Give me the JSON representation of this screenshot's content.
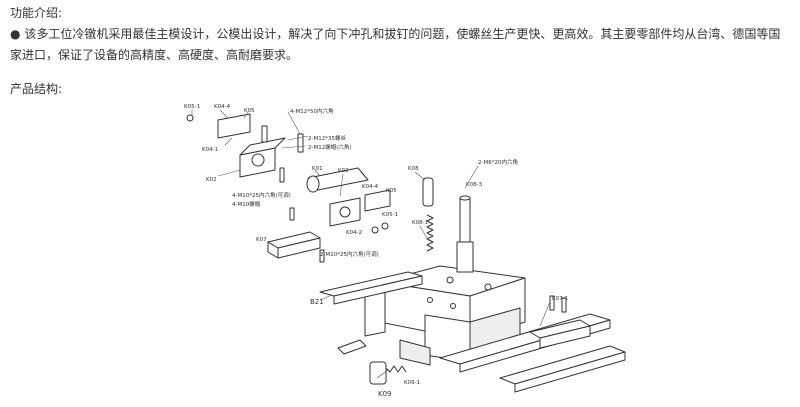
{
  "section1": {
    "title": "功能介绍:",
    "bullet": "●",
    "paragraph": "该多工位冷镦机采用最佳主模设计，公模出设计，解决了向下冲孔和拔钉的问题，使螺丝生产更快、更高效。其主要零部件均从台湾、德国等国家进口，保证了设备的高精度、高硬度、高耐磨要求。"
  },
  "section2": {
    "title": "产品结构:"
  },
  "diagram": {
    "labels": [
      "K05-1",
      "K04-4",
      "K05",
      "4-M12*50内六角",
      "K04-1",
      "2-M12*35螺丝",
      "2-M12螺帽(六角)",
      "K02",
      "K01",
      "K02",
      "K04-4",
      "K05",
      "4-M10*25内六角(可调)",
      "4-M10螺帽",
      "K05-1",
      "K07",
      "K04-2",
      "K08",
      "2-M6*20内六角",
      "K08-3",
      "K08-1",
      "2-M10*25内六角(可调)",
      "B21",
      "K07-1",
      "K09-1",
      "K09"
    ]
  }
}
